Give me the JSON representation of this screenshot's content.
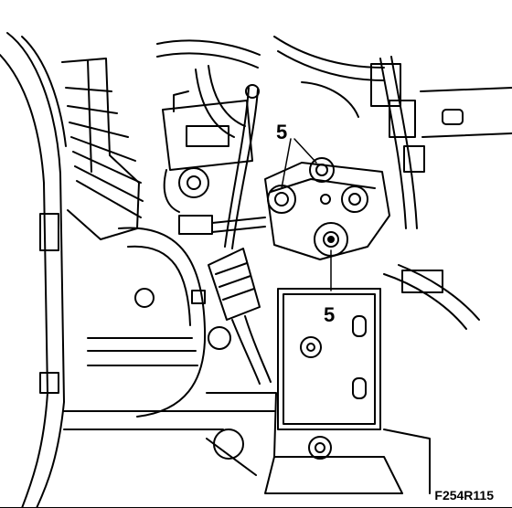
{
  "figure": {
    "id_label": "F254R115",
    "callouts": [
      {
        "number": "5"
      },
      {
        "number": "5"
      }
    ]
  }
}
